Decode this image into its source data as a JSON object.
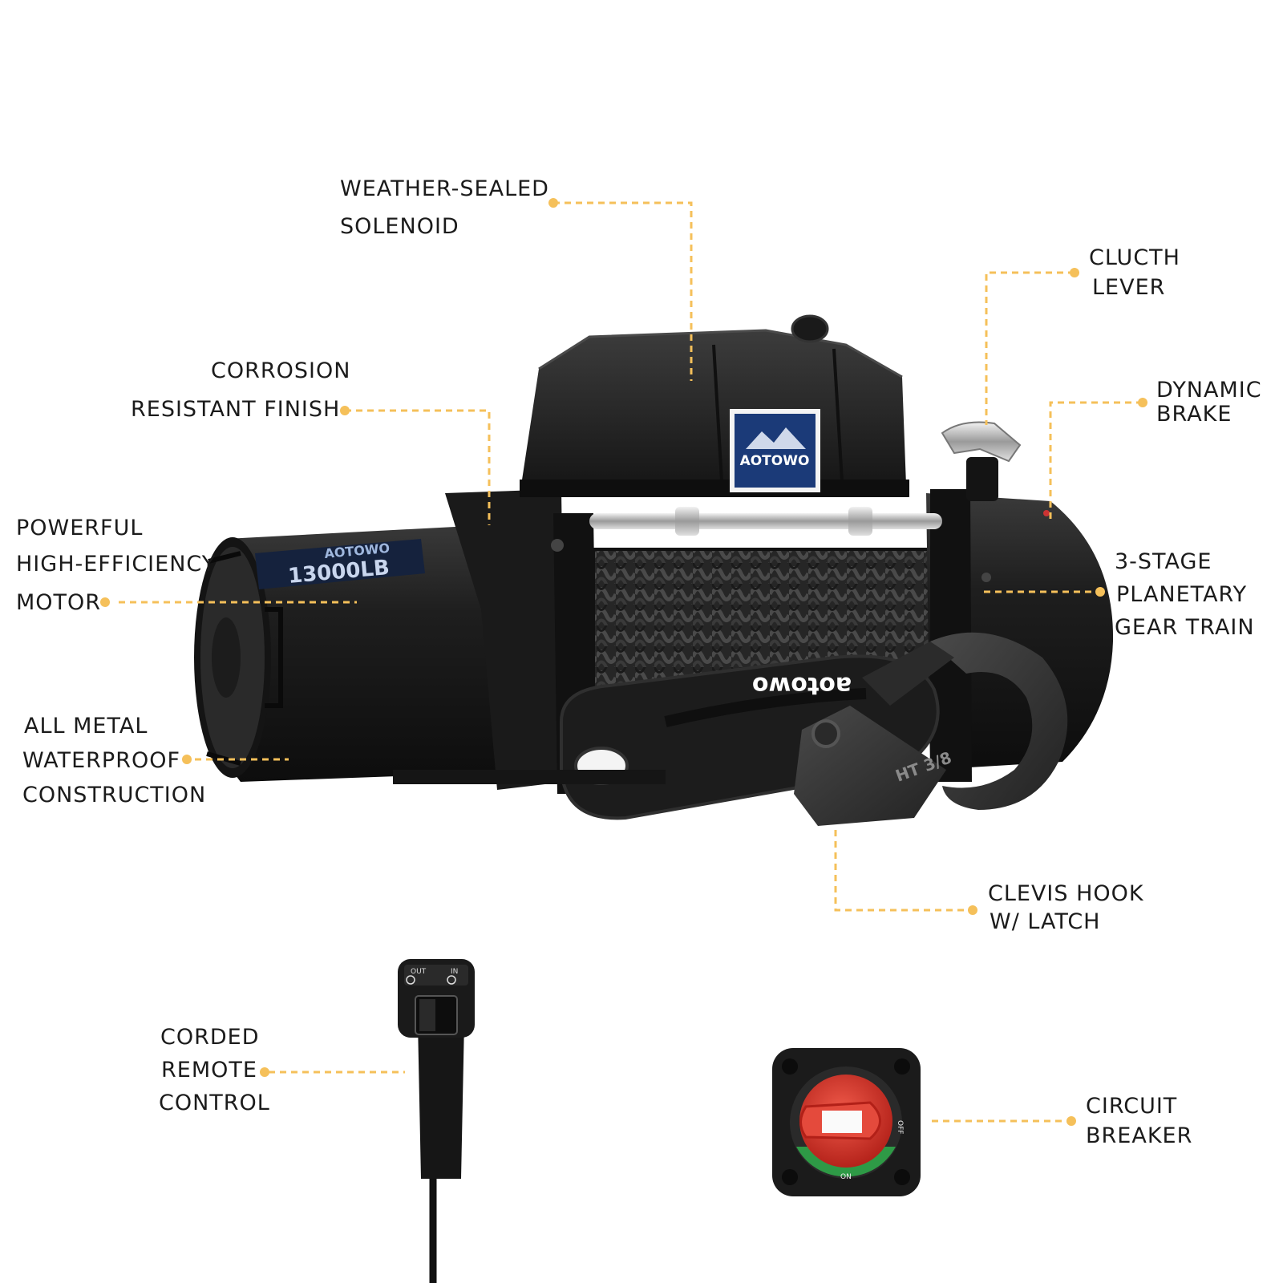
{
  "product": {
    "brand_badge": "AOTOWO",
    "motor_sticker_brand": "AOTOWO",
    "motor_sticker_rating": "13000LB",
    "fairlead_brand": "aotowo",
    "hook_marking": "HT 3/8",
    "remote_out": "OUT",
    "remote_in": "IN",
    "breaker_off": "OFF",
    "breaker_on": "ON"
  },
  "callouts": {
    "solenoid": [
      "WEATHER-SEALED",
      "SOLENOID"
    ],
    "clutch": [
      "CLUCTH",
      "LEVER"
    ],
    "corrosion": [
      "CORROSION",
      "RESISTANT FINISH"
    ],
    "brake": [
      "DYNAMIC",
      "BRAKE"
    ],
    "motor": [
      "POWERFUL",
      "HIGH-EFFICIENCY",
      "MOTOR"
    ],
    "gear": [
      "3-STAGE",
      "PLANETARY",
      "GEAR TRAIN"
    ],
    "construction": [
      "ALL METAL",
      "WATERPROOF",
      "CONSTRUCTION"
    ],
    "hook": [
      "CLEVIS HOOK",
      "W/ LATCH"
    ],
    "remote": [
      "CORDED",
      "REMOTE",
      "CONTROL"
    ],
    "breaker": [
      "CIRCUIT",
      "BREAKER"
    ]
  },
  "colors": {
    "accent": "#f5c05a",
    "body": "#1c1c1c",
    "badge_blue": "#1b3a78",
    "breaker_red": "#d9342b",
    "breaker_green": "#2e9a46"
  }
}
